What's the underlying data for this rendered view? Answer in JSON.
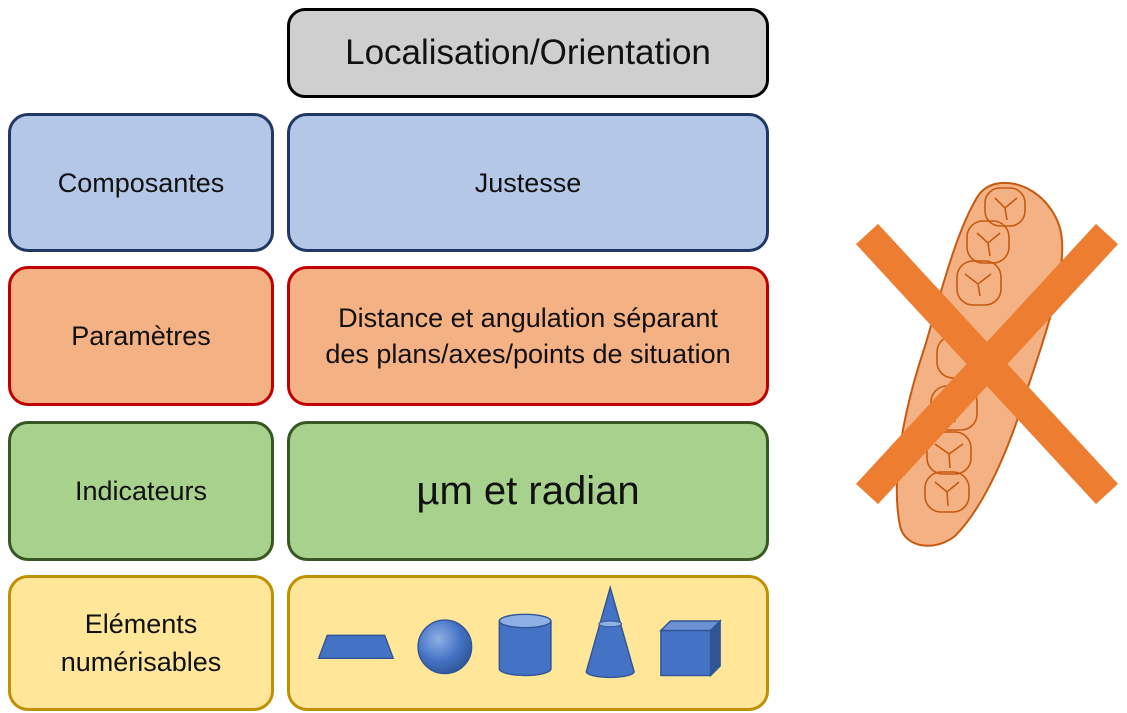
{
  "header": {
    "title": "Localisation/Orientation"
  },
  "rows": [
    {
      "label": "Composantes",
      "description": "Justesse"
    },
    {
      "label": "Paramètres",
      "description": "Distance et angulation séparant\ndes plans/axes/points de situation"
    },
    {
      "label": "Indicateurs",
      "description": "µm et radian"
    },
    {
      "label": "Eléments\nnumérisables",
      "description": ""
    }
  ],
  "shapes": [
    "trapezoid-icon",
    "sphere-icon",
    "cylinder-icon",
    "cone-icon",
    "cube-icon"
  ],
  "colors": {
    "header_fill": "#cfcfcf",
    "composantes_fill": "#b4c7e7",
    "composantes_border": "#203864",
    "parametres_fill": "#f4b183",
    "parametres_border": "#c00000",
    "indicateurs_fill": "#a9d18e",
    "indicateurs_border": "#385723",
    "elements_fill": "#ffe699",
    "elements_border": "#bf9000",
    "shape_fill": "#4472c4",
    "cross": "#ed7d31",
    "tooth": "#f4b183"
  },
  "figure": {
    "icon": "crossed-out-dental-arch-icon"
  }
}
